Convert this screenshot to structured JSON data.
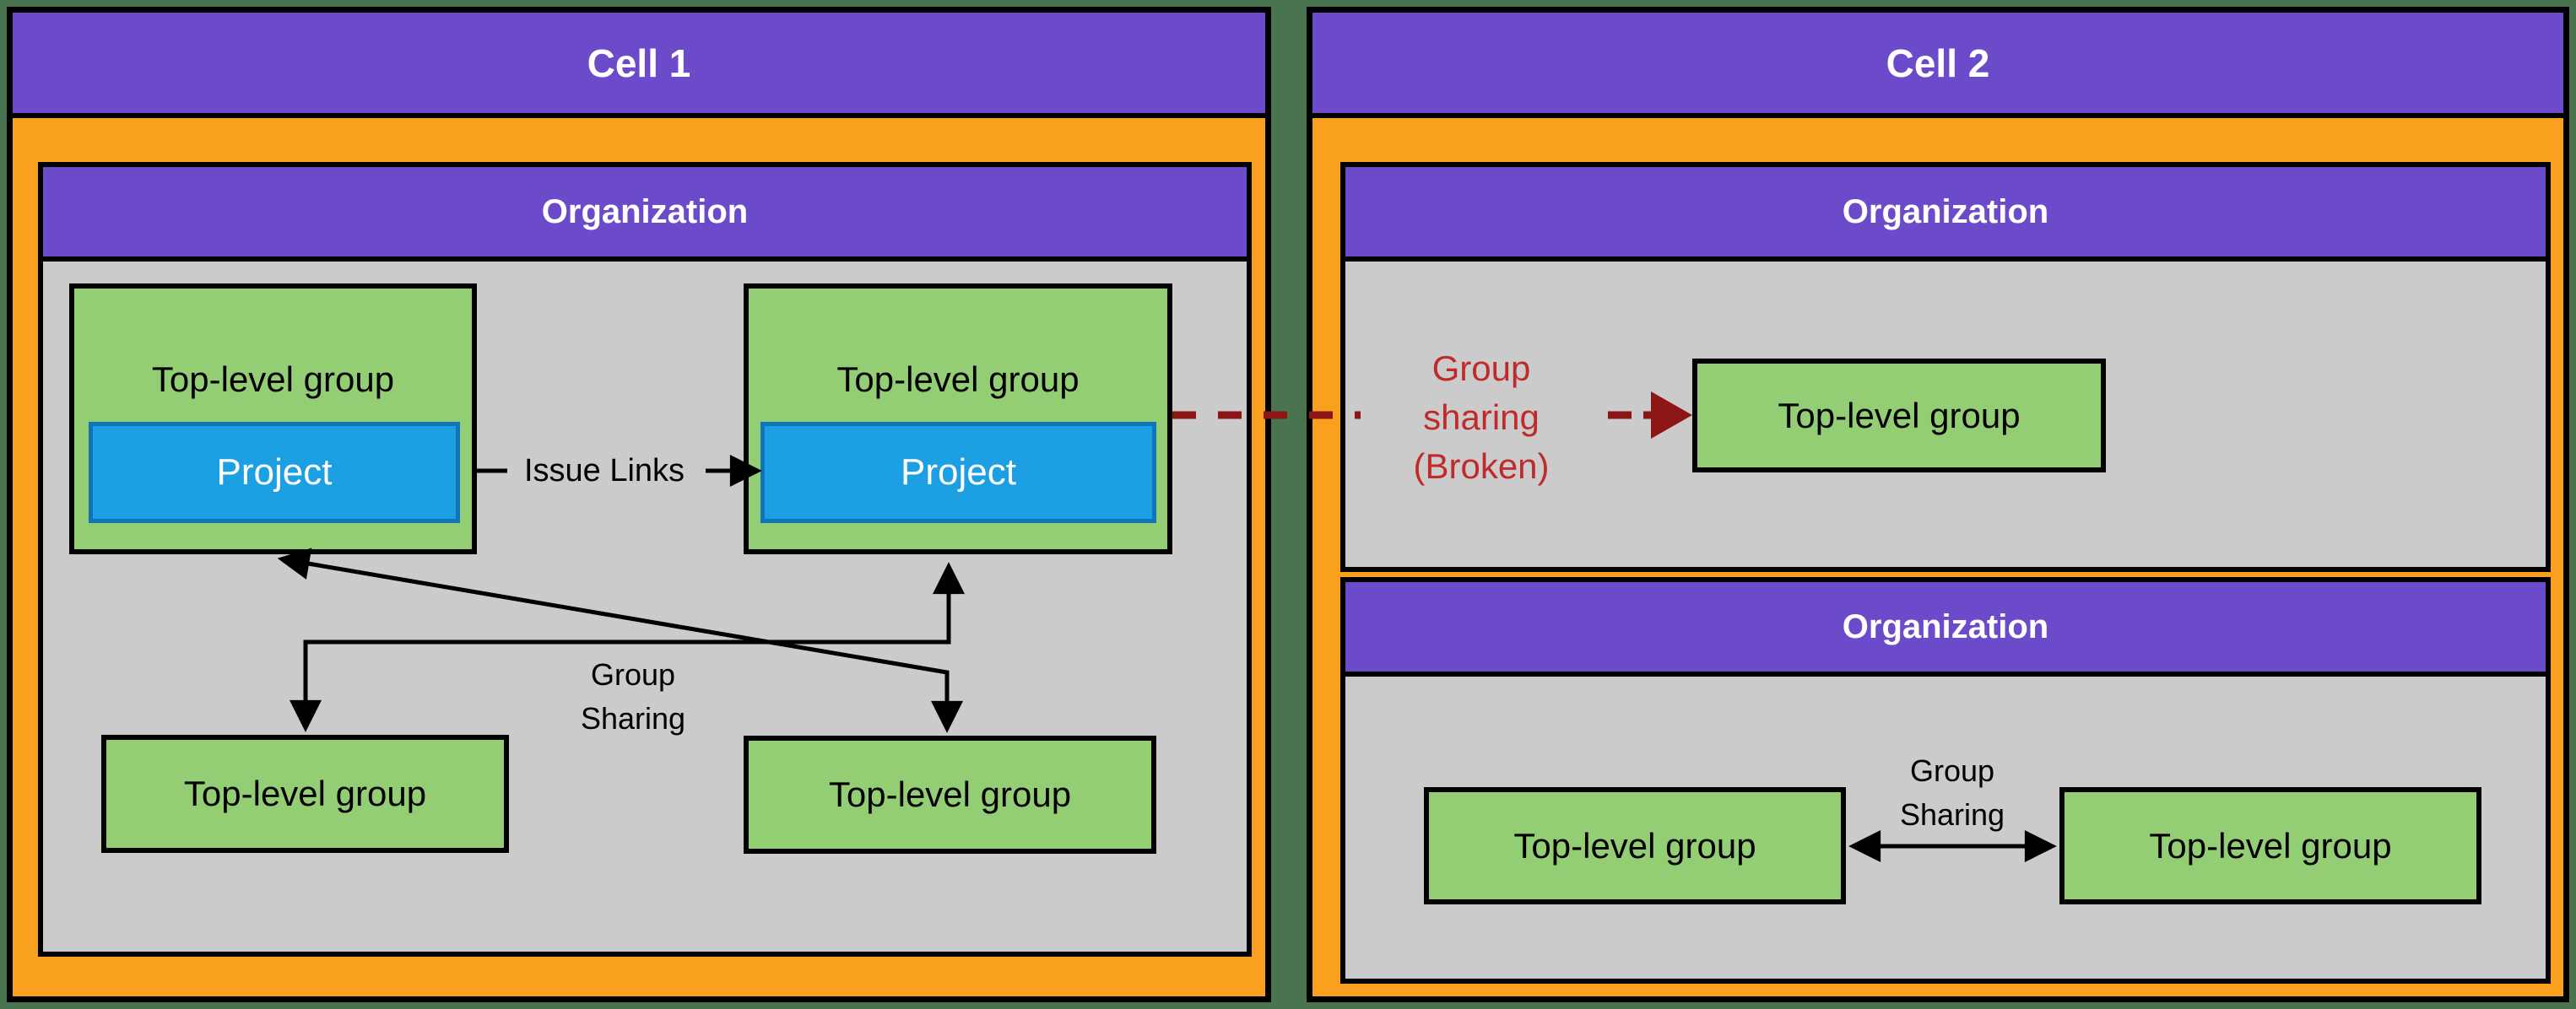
{
  "colors": {
    "background": "#4A7350",
    "cell_fill": "#F9A01F",
    "header_purple": "#6C4BCB",
    "org_body_gray": "#CBCBCB",
    "group_green": "#94CE74",
    "project_blue": "#1CA0E3",
    "project_border_blue": "#0F74B8",
    "box_border": "#000000",
    "connector_black": "#000000",
    "broken_dash_red": "#8C1515",
    "broken_text_red": "#C02A2A",
    "header_text": "#FFFFFF",
    "label_text": "#000000"
  },
  "cell1": {
    "title": "Cell 1",
    "organization": {
      "title": "Organization",
      "top_left_group": {
        "label": "Top-level group",
        "project_label": "Project"
      },
      "top_right_group": {
        "label": "Top-level group",
        "project_label": "Project"
      },
      "bottom_left_group": {
        "label": "Top-level group"
      },
      "bottom_right_group": {
        "label": "Top-level group"
      },
      "issue_links_label": "Issue Links",
      "group_sharing_label": {
        "line1": "Group",
        "line2": "Sharing"
      }
    }
  },
  "cell2": {
    "title": "Cell 2",
    "top_organization": {
      "title": "Organization",
      "group": {
        "label": "Top-level group"
      }
    },
    "bottom_organization": {
      "title": "Organization",
      "left_group": {
        "label": "Top-level group"
      },
      "right_group": {
        "label": "Top-level group"
      },
      "group_sharing_label": {
        "line1": "Group",
        "line2": "Sharing"
      }
    }
  },
  "broken_sharing_label": {
    "line1": "Group",
    "line2": "sharing",
    "line3": "(Broken)"
  },
  "connections": [
    {
      "from": "cell1-top-left-project",
      "to": "cell1-top-right-project",
      "label": "Issue Links",
      "style": "solid-black-arrow"
    },
    {
      "from": "cell1-top-left-group",
      "to": "cell1-bottom-right-group",
      "label": "Group Sharing",
      "style": "solid-black-double-arrow"
    },
    {
      "from": "cell1-bottom-left-group",
      "to": "cell1-top-right-group",
      "label": "Group Sharing",
      "style": "solid-black-double-arrow"
    },
    {
      "from": "cell1-top-right-group",
      "to": "cell2-top-org-group",
      "label": "Group sharing (Broken)",
      "style": "dashed-dark-red-arrow"
    },
    {
      "from": "cell2-bottom-left-group",
      "to": "cell2-bottom-right-group",
      "label": "Group Sharing",
      "style": "solid-black-double-arrow"
    }
  ]
}
